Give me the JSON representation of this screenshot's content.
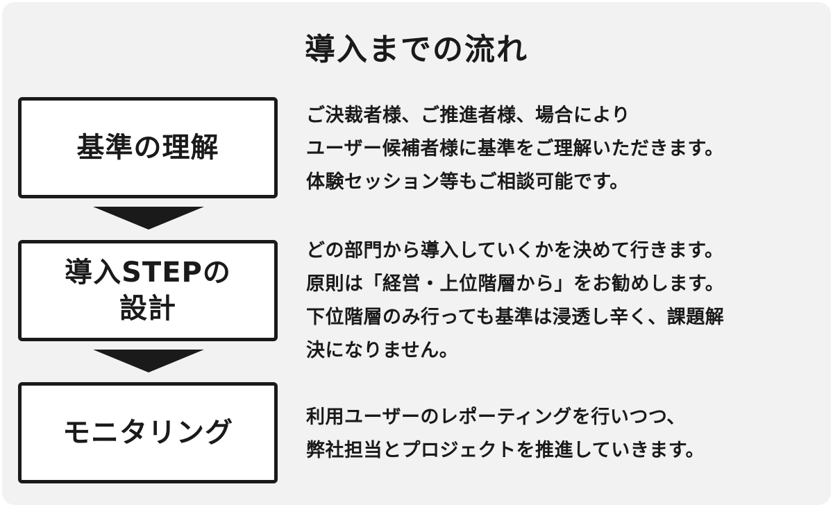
{
  "title": "導入までの流れ",
  "steps": [
    {
      "label": "基準の理解",
      "description": "ご決裁者様、ご推進者様、場合により\nユーザー候補者様に基準をご理解いただきます。\n体験セッション等もご相談可能です。"
    },
    {
      "label": "導入STEPの\n設計",
      "description": "どの部門から導入していくかを決めて行きます。\n原則は「経営・上位階層から」をお勧めします。\n下位階層のみ行っても基準は浸透し辛く、課題解\n決になりません。"
    },
    {
      "label": "モニタリング",
      "description": "利用ユーザーのレポーティングを行いつつ、\n弊社担当とプロジェクトを推進していきます。"
    }
  ],
  "colors": {
    "background": "#f2f2f2",
    "box_border": "#1a1a1a",
    "box_fill": "#ffffff",
    "text": "#1a1a1a",
    "arrow": "#1a1a1a"
  }
}
